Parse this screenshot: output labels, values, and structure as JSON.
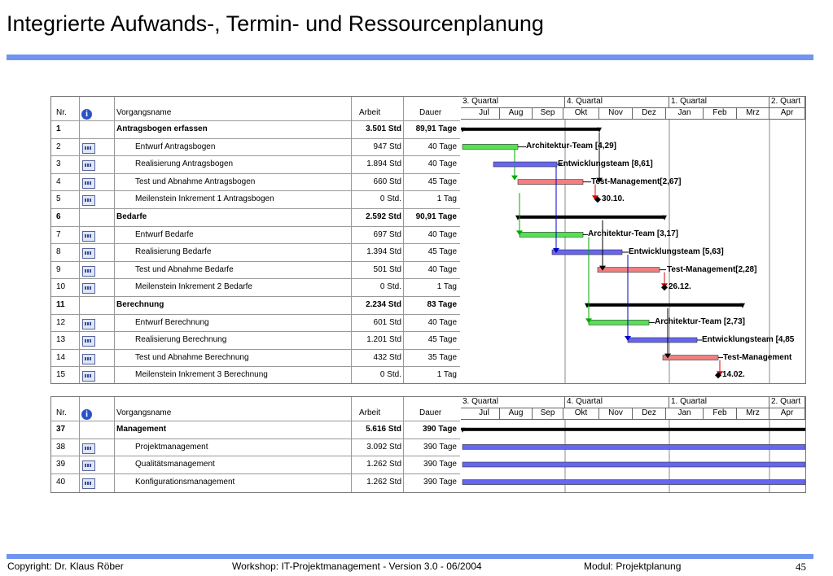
{
  "title": "Integrierte Aufwands-, Termin- und Ressourcenplanung",
  "colors": {
    "accent": "#6f95f0",
    "green": "#55e055",
    "blue": "#6666ee",
    "red": "#f08080"
  },
  "table_headers": {
    "nr": "Nr.",
    "info_icon": "info-icon",
    "name": "Vorgangsname",
    "arbeit": "Arbeit",
    "dauer": "Dauer"
  },
  "quarters": [
    "3. Quartal",
    "4. Quartal",
    "1. Quartal",
    "2. Quart"
  ],
  "months": [
    "Jul",
    "Aug",
    "Sep",
    "Okt",
    "Nov",
    "Dez",
    "Jan",
    "Feb",
    "Mrz",
    "Apr"
  ],
  "table1": {
    "rows": [
      {
        "nr": "1",
        "name": "Antragsbogen erfassen",
        "arbeit": "3.501 Std",
        "dauer": "89,91 Tage",
        "summary": true
      },
      {
        "nr": "2",
        "name": "Entwurf Antragsbogen",
        "arbeit": "947 Std",
        "dauer": "40 Tage"
      },
      {
        "nr": "3",
        "name": "Realisierung Antragsbogen",
        "arbeit": "1.894 Std",
        "dauer": "40 Tage"
      },
      {
        "nr": "4",
        "name": "Test und Abnahme Antragsbogen",
        "arbeit": "660 Std",
        "dauer": "45 Tage"
      },
      {
        "nr": "5",
        "name": "Meilenstein Inkrement 1 Antragsbogen",
        "arbeit": "0 Std.",
        "dauer": "1 Tag"
      },
      {
        "nr": "6",
        "name": "Bedarfe",
        "arbeit": "2.592 Std",
        "dauer": "90,91 Tage",
        "summary": true
      },
      {
        "nr": "7",
        "name": "Entwurf Bedarfe",
        "arbeit": "697 Std",
        "dauer": "40 Tage"
      },
      {
        "nr": "8",
        "name": "Realisierung Bedarfe",
        "arbeit": "1.394 Std",
        "dauer": "45 Tage"
      },
      {
        "nr": "9",
        "name": "Test und Abnahme Bedarfe",
        "arbeit": "501 Std",
        "dauer": "40 Tage"
      },
      {
        "nr": "10",
        "name": "Meilenstein Inkrement 2 Bedarfe",
        "arbeit": "0 Std.",
        "dauer": "1 Tag"
      },
      {
        "nr": "11",
        "name": "Berechnung",
        "arbeit": "2.234 Std",
        "dauer": "83 Tage",
        "summary": true
      },
      {
        "nr": "12",
        "name": "Entwurf Berechnung",
        "arbeit": "601 Std",
        "dauer": "40 Tage"
      },
      {
        "nr": "13",
        "name": "Realisierung Berechnung",
        "arbeit": "1.201 Std",
        "dauer": "45 Tage"
      },
      {
        "nr": "14",
        "name": "Test und Abnahme Berechnung",
        "arbeit": "432 Std",
        "dauer": "35 Tage"
      },
      {
        "nr": "15",
        "name": "Meilenstein Inkrement 3 Berechnung",
        "arbeit": "0 Std.",
        "dauer": "1 Tag"
      }
    ],
    "labels": [
      "Architektur-Team [4,29]",
      "Entwicklungsteam [8,61]",
      "Test-Management[2,67]",
      "30.10.",
      "Architektur-Team [3,17]",
      "Entwicklungsteam [5,63]",
      "Test-Management[2,28]",
      "26.12.",
      "Architektur-Team [2,73]",
      "Entwicklungsteam [4,85",
      "Test-Management",
      "14.02."
    ]
  },
  "table2": {
    "rows": [
      {
        "nr": "37",
        "name": "Management",
        "arbeit": "5.616 Std",
        "dauer": "390 Tage",
        "summary": true
      },
      {
        "nr": "38",
        "name": "Projektmanagement",
        "arbeit": "3.092 Std",
        "dauer": "390 Tage"
      },
      {
        "nr": "39",
        "name": "Qualitätsmanagement",
        "arbeit": "1.262 Std",
        "dauer": "390 Tage"
      },
      {
        "nr": "40",
        "name": "Konfigurationsmanagement",
        "arbeit": "1.262 Std",
        "dauer": "390 Tage"
      }
    ]
  },
  "footer": {
    "copyright": "Copyright: Dr. Klaus Röber",
    "workshop": "Workshop: IT-Projektmanagement - Version 3.0 - 06/2004",
    "modul": "Modul: Projektplanung",
    "page": "45"
  }
}
